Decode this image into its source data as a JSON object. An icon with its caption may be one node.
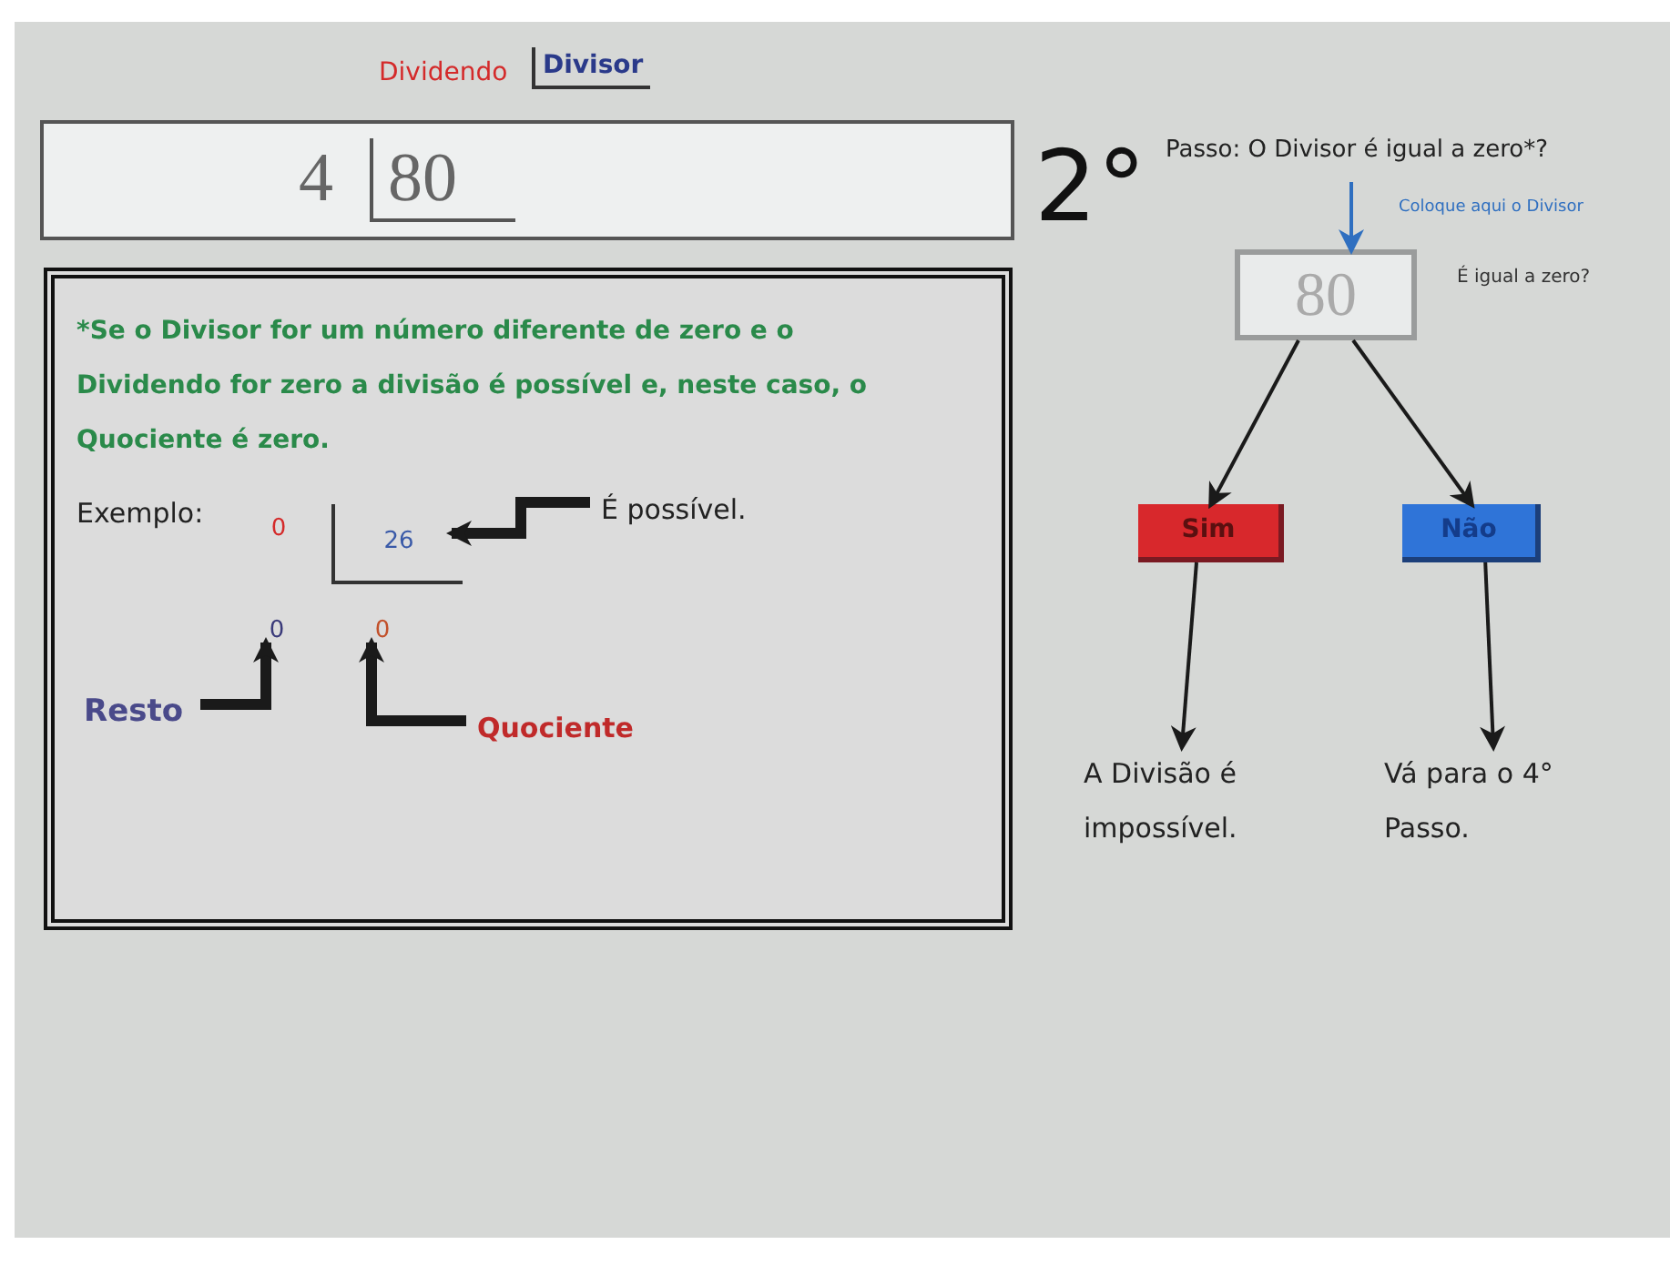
{
  "diagram": {
    "nodes": [
      {
        "text": [
          "4",
          "80"
        ]
      },
      {
        "text": [
          "80"
        ],
        "beside": [
          "É igual a zero?"
        ]
      },
      {
        "text": [
          "Sim"
        ]
      },
      {
        "text": [
          "Não"
        ]
      },
      {
        "text": [
          "A Divisão é impossível."
        ]
      },
      {
        "text": [
          "Vá para o 4° Passo."
        ]
      },
      {
        "text": [
          "*Se o Divisor for um número diferente de zero e o Dividendo for zero a divisão é possível e, neste caso, o Quociente é zero.",
          "Exemplo:"
        ]
      },
      {
        "text": [
          "0"
        ],
        "in": 6
      },
      {
        "text": [
          "26"
        ],
        "in": 6
      },
      {
        "text": [
          "É possível."
        ],
        "in": 6
      },
      {
        "text": [
          "0"
        ],
        "in": 6
      },
      {
        "text": [
          "0"
        ],
        "in": 6
      },
      {
        "text": [
          "Resto"
        ],
        "in": 6
      },
      {
        "text": [
          "Quociente"
        ],
        "in": 6
      }
    ],
    "edges": [
      {
        "from": null,
        "to": 1,
        "arrow": "to",
        "color": "#2f6fc0"
      },
      {
        "from": 1,
        "to": 2,
        "arrow": "to"
      },
      {
        "from": 1,
        "to": 3,
        "arrow": "to"
      },
      {
        "from": 2,
        "to": 4,
        "arrow": "to"
      },
      {
        "from": 3,
        "to": 5,
        "arrow": "to"
      },
      {
        "from": 9,
        "to": 8,
        "arrow": "to",
        "style": "thick"
      },
      {
        "from": 12,
        "to": 10,
        "arrow": "to",
        "style": "thick"
      },
      {
        "from": 13,
        "to": 11,
        "arrow": "to",
        "style": "thick"
      }
    ],
    "labels": [
      "Dividendo",
      "Divisor",
      "2°",
      "Passo: O Divisor é igual a zero*?",
      "Coloque aqui o Divisor"
    ]
  }
}
